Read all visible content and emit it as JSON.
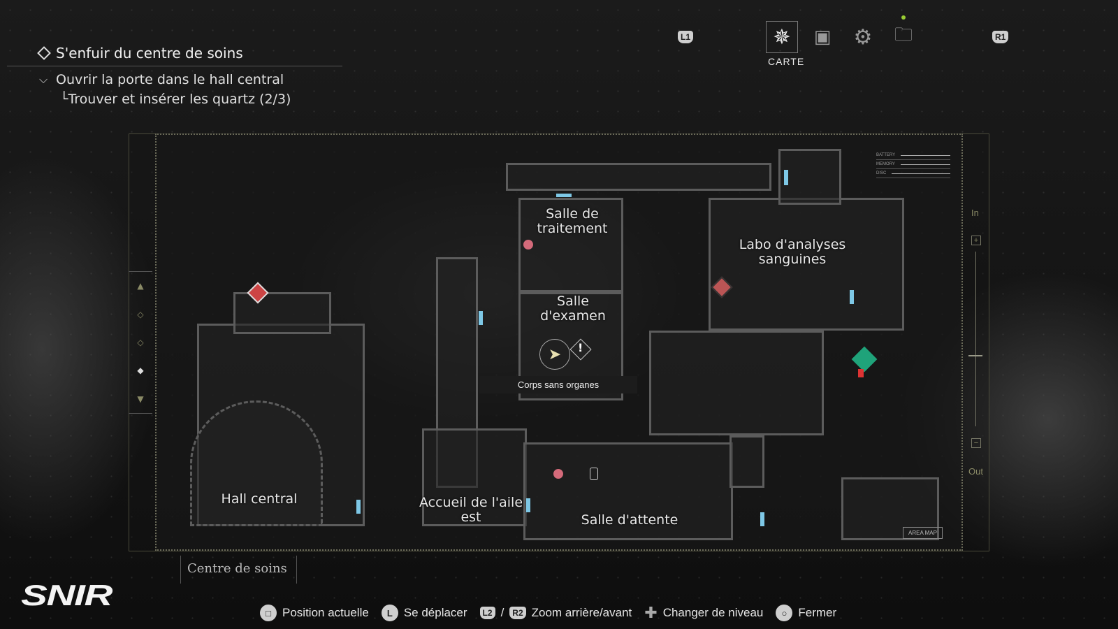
{
  "objectives": {
    "title": "S'enfuir du centre de soins",
    "sub": "Ouvrir la porte dans le hall central",
    "task": "└Trouver et insérer les quartz (2/3)"
  },
  "tabs": {
    "left_shoulder": "L1",
    "right_shoulder": "R1",
    "active_label": "CARTE",
    "items": [
      {
        "icon": "compass-icon"
      },
      {
        "icon": "backpack-icon"
      },
      {
        "icon": "gears-icon"
      },
      {
        "icon": "files-icon"
      }
    ]
  },
  "map": {
    "rooms": [
      "Salle de traitement",
      "Labo d'analyses sanguines",
      "Salle d'examen",
      "Hall central",
      "Accueil de l'aile est",
      "Salle d'attente"
    ],
    "tooltip": "Corps sans organes",
    "stats": [
      "BATTERY",
      "MEMORY",
      "DISC"
    ],
    "area_map": "AREA MAP",
    "zoom_in": "In",
    "zoom_out": "Out",
    "location": "Centre de soins",
    "door_color": "#7ec8e6",
    "save_color": "#1fa37a"
  },
  "logo": "SNIR",
  "hints": [
    {
      "button": "□",
      "label": "Position actuelle"
    },
    {
      "button": "L",
      "label": "Se déplacer"
    },
    {
      "button": "L2",
      "sep": "/",
      "button2": "R2",
      "label": "Zoom arrière/avant"
    },
    {
      "button": "✚",
      "label": "Changer de niveau"
    },
    {
      "button": "○",
      "label": "Fermer"
    }
  ]
}
